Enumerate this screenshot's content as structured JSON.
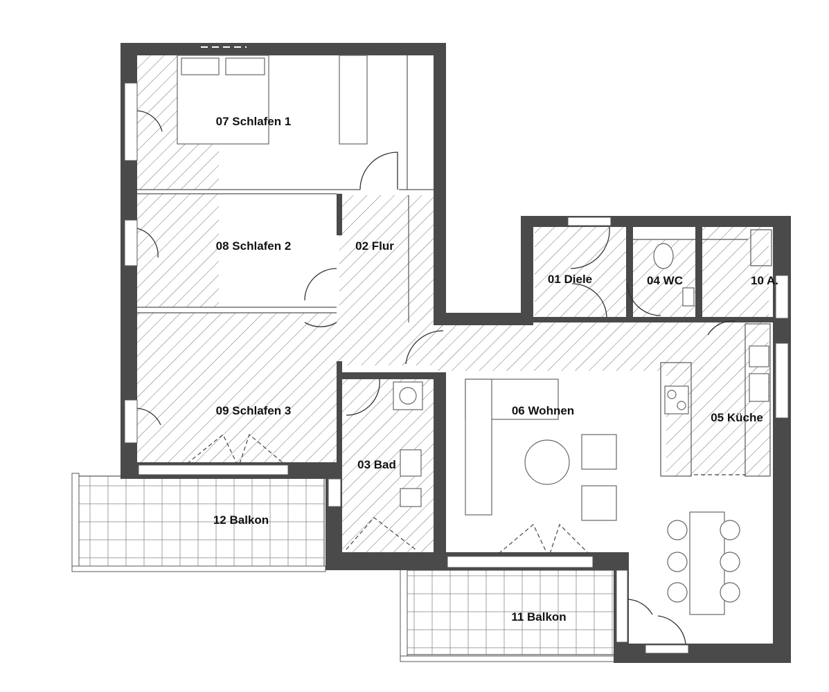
{
  "rooms": {
    "diele": "01 Diele",
    "flur": "02 Flur",
    "bad": "03 Bad",
    "wc": "04 WC",
    "kueche": "05 Küche",
    "wohnen": "06 Wohnen",
    "schlafen1": "07 Schlafen 1",
    "schlafen2": "08 Schlafen 2",
    "schlafen3": "09 Schlafen 3",
    "abstell": "10 A.",
    "balkon11": "11 Balkon",
    "balkon12": "12 Balkon"
  },
  "colors": {
    "wall": "#4a4a4a",
    "hatch": "#6e6e6e",
    "background": "#ffffff"
  }
}
